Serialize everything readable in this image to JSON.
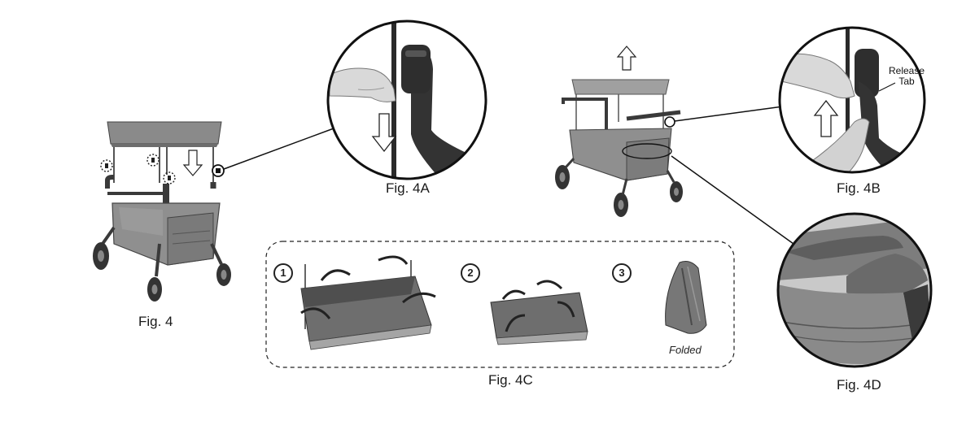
{
  "labels": {
    "fig4": "Fig. 4",
    "fig4a": "Fig. 4A",
    "fig4b": "Fig. 4B",
    "fig4c": "Fig. 4C",
    "fig4d": "Fig. 4D"
  },
  "callouts": {
    "release_line1": "Release",
    "release_line2": "Tab",
    "folded": "Folded"
  },
  "steps": [
    "1",
    "2",
    "3"
  ],
  "colors": {
    "fabric": "#8a8a8a",
    "fabric_dark": "#5e5e5e",
    "frame": "#3a3a3a",
    "outline": "#222222"
  }
}
